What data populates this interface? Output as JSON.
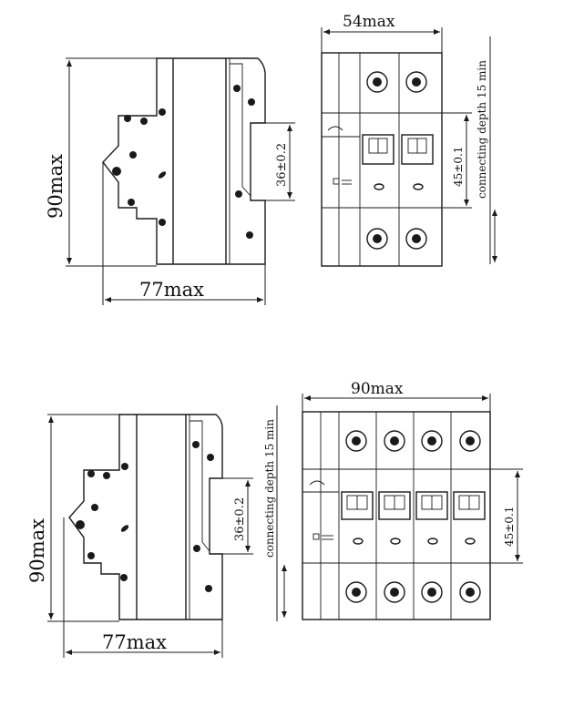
{
  "top": {
    "side_view": {
      "height_label": "90max",
      "depth_label": "77max",
      "rail_label": "36±0.2"
    },
    "front_view": {
      "width_label": "54max",
      "center_label": "45±0.1",
      "connecting_label": "connecting depth 15 min",
      "poles": 2
    }
  },
  "bottom": {
    "side_view": {
      "height_label": "90max",
      "depth_label": "77max",
      "rail_label": "36±0.2"
    },
    "front_view": {
      "width_label": "90max",
      "center_label": "45±0.1",
      "connecting_label": "connecting depth 15 min",
      "poles": 4
    }
  },
  "colors": {
    "ink": "#1a1a1a",
    "background": "#ffffff"
  }
}
